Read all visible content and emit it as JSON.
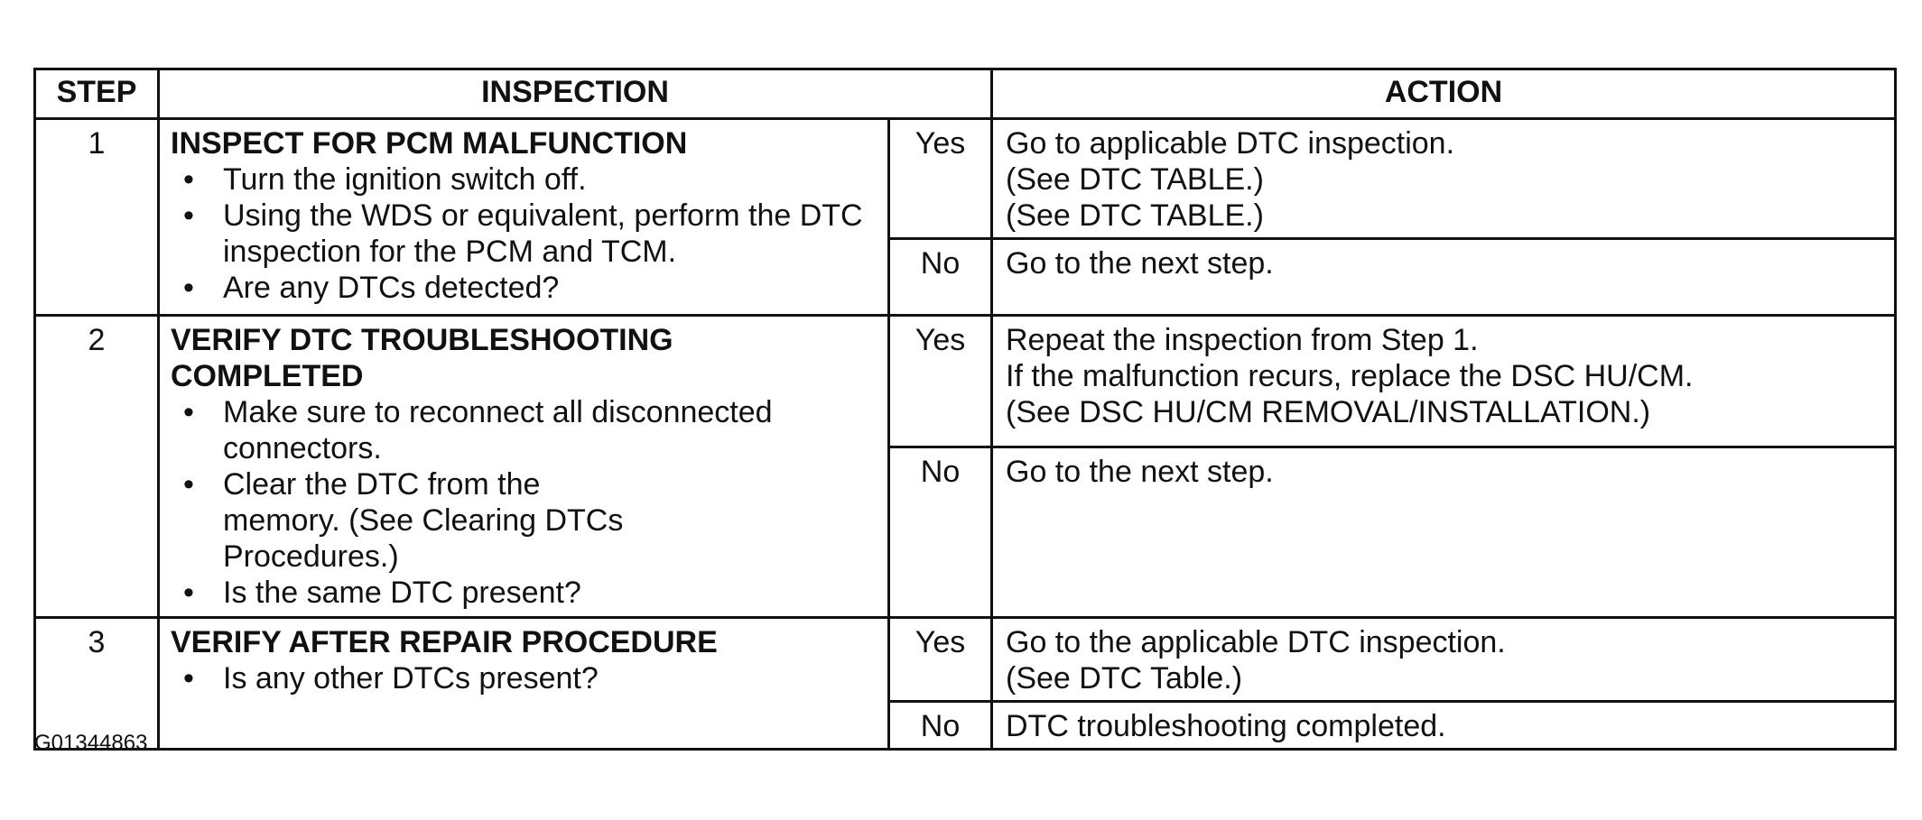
{
  "headers": {
    "step": "STEP",
    "inspection": "INSPECTION",
    "action": "ACTION"
  },
  "rows": [
    {
      "step": "1",
      "title": "INSPECT FOR PCM MALFUNCTION",
      "bullets": [
        "Turn the ignition switch off.",
        "Using the WDS or equivalent, perform the DTC inspection for the PCM and TCM.",
        "Are any DTCs detected?"
      ],
      "yes_label": "Yes",
      "yes_action": [
        "Go to applicable DTC inspection.",
        "(See DTC TABLE.)",
        "(See DTC TABLE.)"
      ],
      "no_label": "No",
      "no_action": [
        "Go to the next step."
      ]
    },
    {
      "step": "2",
      "title": "VERIFY DTC TROUBLESHOOTING COMPLETED",
      "bullets": [
        "Make sure to reconnect all disconnected connectors.",
        "Clear the DTC from the memory. (See Clearing DTCs Procedures.)",
        "Is the same DTC present?"
      ],
      "yes_label": "Yes",
      "yes_action": [
        "Repeat the inspection from Step 1.",
        "If the malfunction recurs, replace the DSC HU/CM.",
        "(See DSC HU/CM REMOVAL/INSTALLATION.)"
      ],
      "no_label": "No",
      "no_action": [
        "Go to the next step."
      ]
    },
    {
      "step": "3",
      "title": "VERIFY AFTER REPAIR PROCEDURE",
      "bullets": [
        "Is any other DTCs present?"
      ],
      "yes_label": "Yes",
      "yes_action": [
        "Go to the applicable DTC inspection.",
        "(See DTC Table.)"
      ],
      "no_label": "No",
      "no_action": [
        "DTC troubleshooting completed."
      ]
    }
  ],
  "figure_id": "G01344863"
}
